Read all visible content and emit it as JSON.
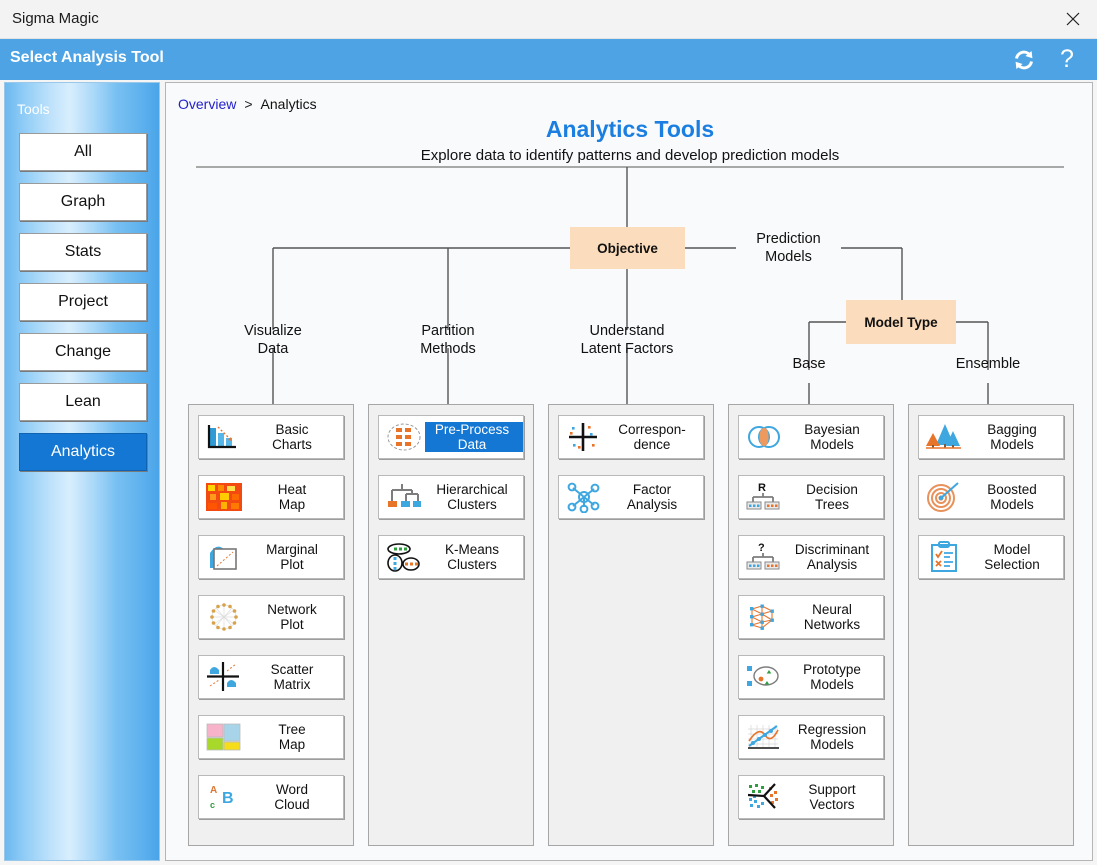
{
  "window": {
    "app_title": "Sigma Magic",
    "close_icon": "close-icon"
  },
  "header": {
    "title": "Select Analysis Tool",
    "refresh_icon": "refresh-icon",
    "help_icon": "help-icon",
    "accent_color": "#4da3e4"
  },
  "sidebar": {
    "title": "Tools",
    "items": [
      {
        "label": "All",
        "active": false
      },
      {
        "label": "Graph",
        "active": false
      },
      {
        "label": "Stats",
        "active": false
      },
      {
        "label": "Project",
        "active": false
      },
      {
        "label": "Change",
        "active": false
      },
      {
        "label": "Lean",
        "active": false
      },
      {
        "label": "Analytics",
        "active": true
      }
    ],
    "active_color": "#1377d3"
  },
  "breadcrumb": {
    "root": "Overview",
    "separator": ">",
    "current": "Analytics"
  },
  "diagram": {
    "title": "Analytics Tools",
    "title_color": "#1a7fe0",
    "subtitle": "Explore data to identify patterns and develop prediction models",
    "node_color": "#fbdcbc",
    "nodes": [
      {
        "id": "objective",
        "label": "Objective"
      },
      {
        "id": "model-type",
        "label": "Model Type"
      }
    ],
    "branch_labels": [
      {
        "id": "visualize-data",
        "line1": "Visualize",
        "line2": "Data"
      },
      {
        "id": "partition-methods",
        "line1": "Partition",
        "line2": "Methods"
      },
      {
        "id": "understand-latent-factors",
        "line1": "Understand",
        "line2": "Latent Factors"
      },
      {
        "id": "prediction-models",
        "line1": "Prediction",
        "line2": "Models"
      },
      {
        "id": "base",
        "line1": "Base",
        "line2": ""
      },
      {
        "id": "ensemble",
        "line1": "Ensemble",
        "line2": ""
      }
    ]
  },
  "columns": [
    {
      "id": "visualize-data",
      "tools": [
        {
          "id": "basic-charts",
          "line1": "Basic",
          "line2": "Charts",
          "icon": "bar-chart-icon",
          "selected": false
        },
        {
          "id": "heat-map",
          "line1": "Heat",
          "line2": "Map",
          "icon": "heat-map-icon",
          "selected": false
        },
        {
          "id": "marginal-plot",
          "line1": "Marginal",
          "line2": "Plot",
          "icon": "marginal-plot-icon",
          "selected": false
        },
        {
          "id": "network-plot",
          "line1": "Network",
          "line2": "Plot",
          "icon": "network-plot-icon",
          "selected": false
        },
        {
          "id": "scatter-matrix",
          "line1": "Scatter",
          "line2": "Matrix",
          "icon": "scatter-matrix-icon",
          "selected": false
        },
        {
          "id": "tree-map",
          "line1": "Tree",
          "line2": "Map",
          "icon": "tree-map-icon",
          "selected": false
        },
        {
          "id": "word-cloud",
          "line1": "Word",
          "line2": "Cloud",
          "icon": "word-cloud-icon",
          "selected": false
        }
      ]
    },
    {
      "id": "partition-methods",
      "tools": [
        {
          "id": "pre-process-data",
          "line1": "Pre-Process",
          "line2": "Data",
          "icon": "pre-process-icon",
          "selected": true
        },
        {
          "id": "hierarchical-clusters",
          "line1": "Hierarchical",
          "line2": "Clusters",
          "icon": "dendrogram-icon",
          "selected": false
        },
        {
          "id": "k-means-clusters",
          "line1": "K-Means",
          "line2": "Clusters",
          "icon": "kmeans-icon",
          "selected": false
        }
      ]
    },
    {
      "id": "understand-latent-factors",
      "tools": [
        {
          "id": "correspondence",
          "line1": "Correspon-",
          "line2": "dence",
          "icon": "correspondence-icon",
          "selected": false
        },
        {
          "id": "factor-analysis",
          "line1": "Factor",
          "line2": "Analysis",
          "icon": "factor-graph-icon",
          "selected": false
        }
      ]
    },
    {
      "id": "base-models",
      "tools": [
        {
          "id": "bayesian-models",
          "line1": "Bayesian",
          "line2": "Models",
          "icon": "venn-icon",
          "selected": false
        },
        {
          "id": "decision-trees",
          "line1": "Decision",
          "line2": "Trees",
          "icon": "decision-tree-icon",
          "selected": false
        },
        {
          "id": "discriminant-analysis",
          "line1": "Discriminant",
          "line2": "Analysis",
          "icon": "discriminant-icon",
          "selected": false
        },
        {
          "id": "neural-networks",
          "line1": "Neural",
          "line2": "Networks",
          "icon": "neural-net-icon",
          "selected": false
        },
        {
          "id": "prototype-models",
          "line1": "Prototype",
          "line2": "Models",
          "icon": "prototype-icon",
          "selected": false
        },
        {
          "id": "regression-models",
          "line1": "Regression",
          "line2": "Models",
          "icon": "regression-icon",
          "selected": false
        },
        {
          "id": "support-vectors",
          "line1": "Support",
          "line2": "Vectors",
          "icon": "support-vector-icon",
          "selected": false
        }
      ]
    },
    {
      "id": "ensemble-models",
      "tools": [
        {
          "id": "bagging-models",
          "line1": "Bagging",
          "line2": "Models",
          "icon": "forest-icon",
          "selected": false
        },
        {
          "id": "boosted-models",
          "line1": "Boosted",
          "line2": "Models",
          "icon": "target-icon",
          "selected": false
        },
        {
          "id": "model-selection",
          "line1": "Model",
          "line2": "Selection",
          "icon": "clipboard-icon",
          "selected": false
        }
      ]
    }
  ]
}
